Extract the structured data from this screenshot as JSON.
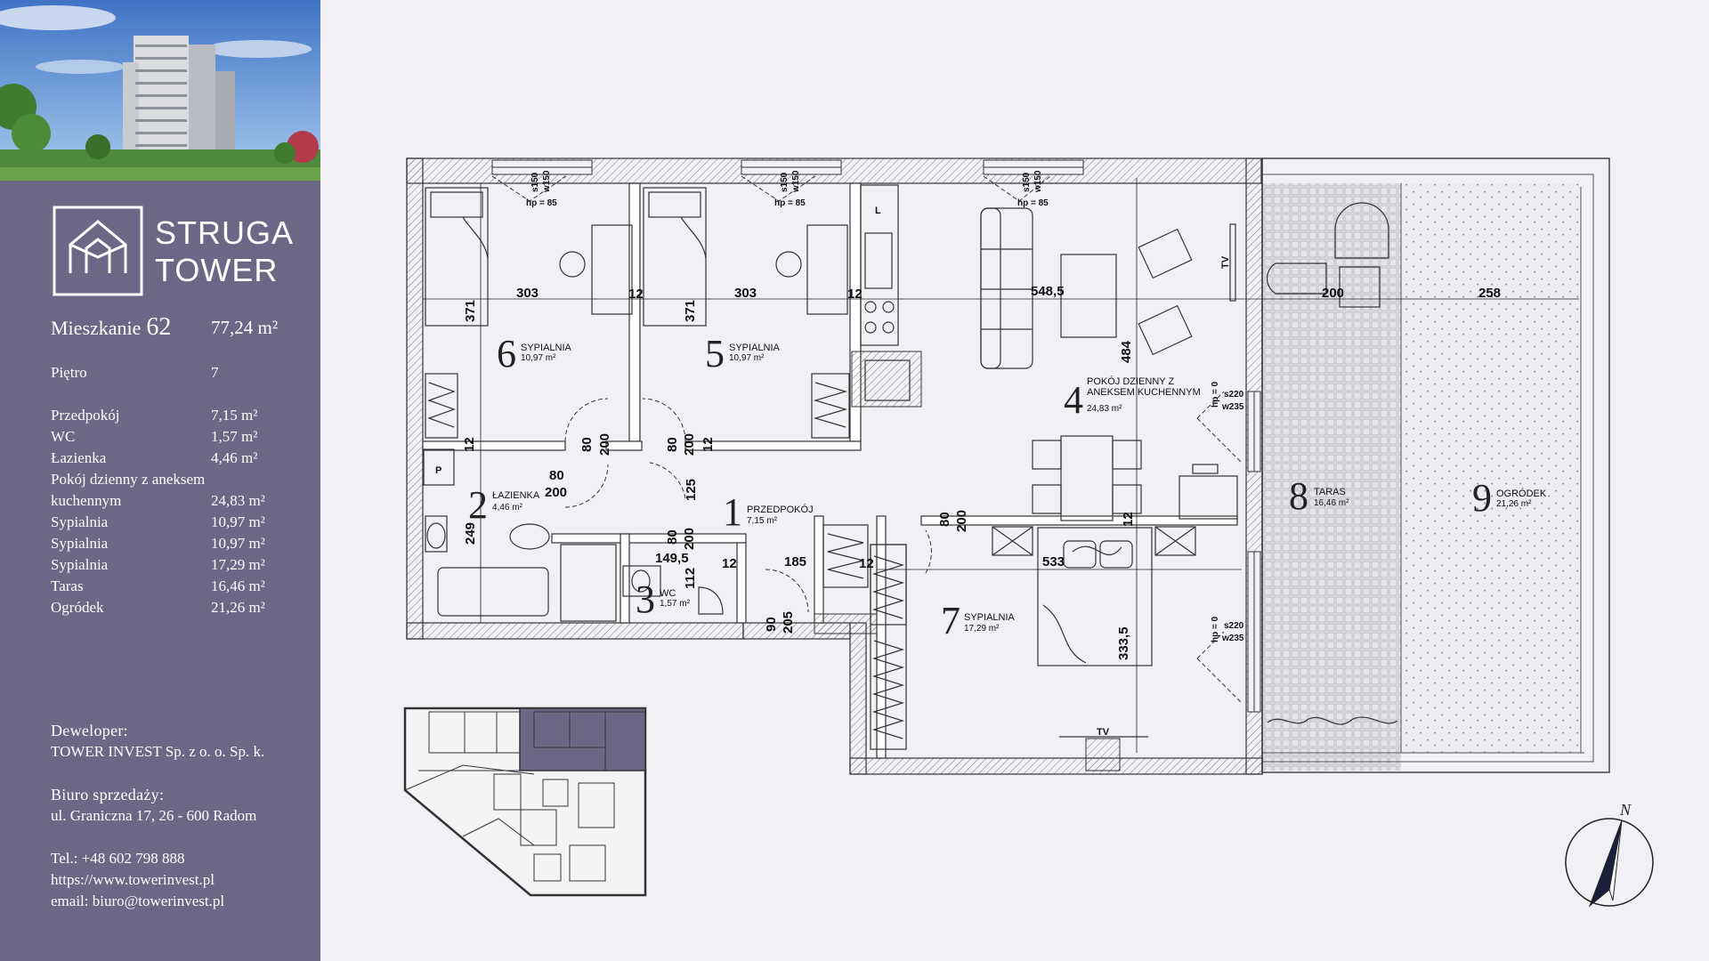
{
  "brand": {
    "line1": "STRUGA",
    "line2": "TOWER"
  },
  "apartment": {
    "label": "Mieszkanie",
    "number": "62",
    "area": "77,24 m²"
  },
  "floor": {
    "label": "Piętro",
    "value": "7"
  },
  "rooms_table": [
    {
      "name": "Przedpokój",
      "area": "7,15 m²"
    },
    {
      "name": "WC",
      "area": "1,57 m²"
    },
    {
      "name": "Łazienka",
      "area": "4,46 m²"
    },
    {
      "name": "Pokój dzienny z aneksem",
      "area": ""
    },
    {
      "name": "kuchennym",
      "area": "24,83 m²"
    },
    {
      "name": "Sypialnia",
      "area": "10,97 m²"
    },
    {
      "name": "Sypialnia",
      "area": "10,97 m²"
    },
    {
      "name": "Sypialnia",
      "area": "17,29 m²"
    },
    {
      "name": "Taras",
      "area": "16,46 m²"
    },
    {
      "name": "Ogródek",
      "area": "21,26 m²"
    }
  ],
  "developer": {
    "title": "Deweloper:",
    "name": "TOWER INVEST Sp. z o. o. Sp. k."
  },
  "sales_office": {
    "title": "Biuro sprzedaży:",
    "address": "ul. Graniczna 17, 26 - 600 Radom"
  },
  "contact": {
    "phone": "Tel.: +48  602 798 888",
    "website": "https://www.towerinvest.pl",
    "email": "email: biuro@towerinvest.pl"
  },
  "plan_rooms": [
    {
      "number": "6",
      "name": "SYPIALNIA",
      "area": "10,97 m²"
    },
    {
      "number": "5",
      "name": "SYPIALNIA",
      "area": "10,97 m²"
    },
    {
      "number": "4",
      "name": "POKÓJ DZIENNY Z",
      "name2": "ANEKSEM KUCHENNYM",
      "area": "24,83 m²"
    },
    {
      "number": "2",
      "name": "ŁAZIENKA",
      "area": "4,46 m²"
    },
    {
      "number": "1",
      "name": "PRZEDPOKÓJ",
      "area": "7,15 m²"
    },
    {
      "number": "3",
      "name": "WC",
      "area": "1,57 m²"
    },
    {
      "number": "7",
      "name": "SYPIALNIA",
      "area": "17,29 m²"
    },
    {
      "number": "8",
      "name": "TARAS",
      "area": "16,46 m²"
    },
    {
      "number": "9",
      "name": "OGRÓDEK",
      "area": "21,26 m²"
    }
  ],
  "dimensions": {
    "d303a": "303",
    "d303b": "303",
    "d12a": "12",
    "d12b": "12",
    "d5485": "548,5",
    "d200a": "200",
    "d258": "258",
    "d371a": "371",
    "d371b": "371",
    "d484": "484",
    "d80a": "80",
    "d200b": "200",
    "d80b": "80",
    "d200c": "200",
    "d12c": "12",
    "d12d": "12",
    "d80c": "80",
    "d200d": "200",
    "d125": "125",
    "d249": "249",
    "d80d": "80",
    "d200e": "200",
    "d1495": "149,5",
    "d112": "112",
    "d12e": "12",
    "d185": "185",
    "d12f": "12",
    "d533": "533",
    "d80e": "80",
    "d200f": "200",
    "d12g": "12",
    "d90": "90",
    "d205": "205",
    "d3335": "333,5"
  },
  "window_notes": {
    "w1a": "hp = 85",
    "w1b": "s150",
    "w1c": "w150",
    "w2a": "hp = 85",
    "w2b": "s150",
    "w2c": "w150",
    "w3a": "hp = 85",
    "w3b": "s150",
    "w3c": "w150",
    "d1a": "hp = 0",
    "d1b": "s220",
    "d1c": "w235",
    "d2a": "hp = 0",
    "d2b": "s220",
    "d2c": "w235"
  },
  "symbols": {
    "tv1": "TV",
    "tv2": "TV",
    "p": "P",
    "l": "L"
  },
  "compass": {
    "north": "N"
  },
  "colors": {
    "sidebar": "#6a6885",
    "plan_line": "#333333",
    "highlight": "#6a6885"
  }
}
